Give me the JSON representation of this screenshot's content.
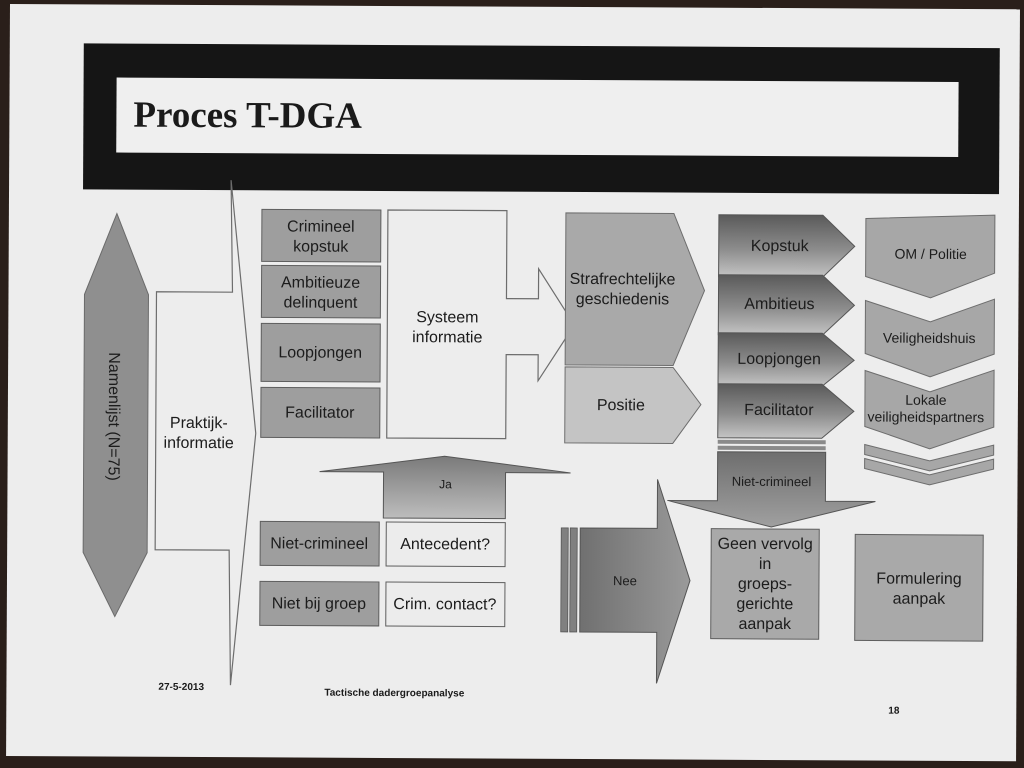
{
  "slide": {
    "title": "Proces T-DGA",
    "date": "27-5-2013",
    "footer": "Tactische dadergroepanalyse",
    "page_number": "18"
  },
  "left": {
    "namelist": "Namenlijst (N=75)",
    "praktijk": [
      "Praktijk-",
      "informatie"
    ]
  },
  "categories": {
    "crimineel_kopstuk": [
      "Crimineel",
      "kopstuk"
    ],
    "ambitieuze_delinquent": [
      "Ambitieuze",
      "delinquent"
    ],
    "loopjongen": [
      "Loopjongen"
    ],
    "facilitator": [
      "Facilitator"
    ]
  },
  "systeem": [
    "Systeem",
    "informatie"
  ],
  "strafrecht": [
    "Strafrechtelijke",
    "geschiedenis"
  ],
  "positie": "Positie",
  "roles": [
    "Kopstuk",
    "Ambitieus",
    "Loopjongen",
    "Facilitator"
  ],
  "partners": {
    "om_politie": "OM / Politie",
    "veiligheidshuis": "Veiligheidshuis",
    "lokale": [
      "Lokale",
      "veiligheidspartners"
    ]
  },
  "filter": {
    "ja": "Ja",
    "niet_crimineel": "Niet-crimineel",
    "antecedent": "Antecedent?",
    "niet_bij_groep": "Niet bij groep",
    "crim_contact": "Crim. contact?",
    "nee": "Nee"
  },
  "niet_crimineel_arrow": "Niet-crimineel",
  "geen_vervolg": [
    "Geen vervolg",
    "in",
    "groeps-",
    "gerichte",
    "aanpak"
  ],
  "formulering": [
    "Formulering",
    "aanpak"
  ]
}
